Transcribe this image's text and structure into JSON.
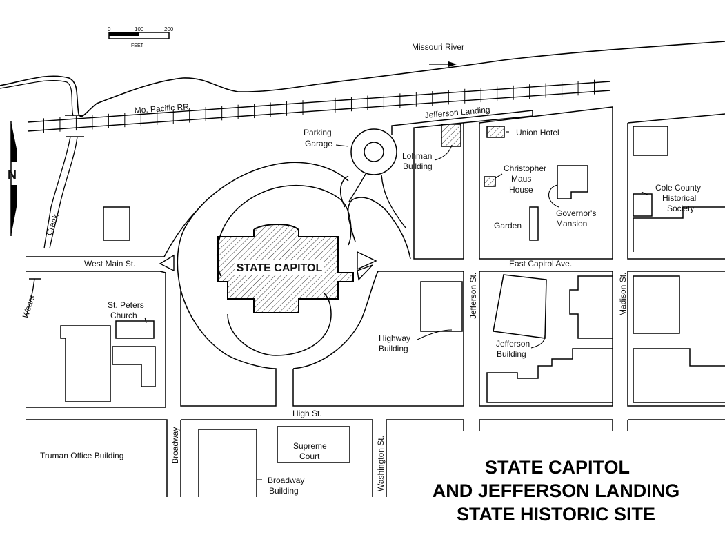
{
  "title": {
    "lines": [
      "STATE CAPITOL",
      "AND JEFFERSON LANDING",
      "STATE HISTORIC SITE"
    ]
  },
  "scale": {
    "ticks": [
      "0",
      "100",
      "200"
    ],
    "unit": "FEET"
  },
  "north_label": "N",
  "river": {
    "label": "Missouri River"
  },
  "railroad": {
    "label": "Mo. Pacific RR"
  },
  "creeks": {
    "creek": "Creek",
    "wears": "Wears"
  },
  "streets": {
    "west_main": "West Main St.",
    "east_capitol": "East Capitol Ave.",
    "high": "High St.",
    "broadway": "Broadway",
    "washington": "Washington St.",
    "jefferson": "Jefferson St.",
    "madison": "Madison St."
  },
  "places": {
    "capitol": "STATE CAPITOL",
    "jefferson_landing": "Jefferson Landing",
    "parking_garage_1": "Parking",
    "parking_garage_2": "Garage",
    "lohman_1": "Lohman",
    "lohman_2": "Building",
    "union_hotel": "Union Hotel",
    "maus_1": "Christopher",
    "maus_2": "Maus",
    "maus_3": "House",
    "governors_1": "Governor's",
    "governors_2": "Mansion",
    "garden": "Garden",
    "cole_1": "Cole County",
    "cole_2": "Historical",
    "cole_3": "Society",
    "st_peters_1": "St. Peters",
    "st_peters_2": "Church",
    "highway_1": "Highway",
    "highway_2": "Building",
    "jefferson_bldg_1": "Jefferson",
    "jefferson_bldg_2": "Building",
    "truman": "Truman Office Building",
    "supreme_1": "Supreme",
    "supreme_2": "Court",
    "broadway_bldg_1": "Broadway",
    "broadway_bldg_2": "Building"
  }
}
